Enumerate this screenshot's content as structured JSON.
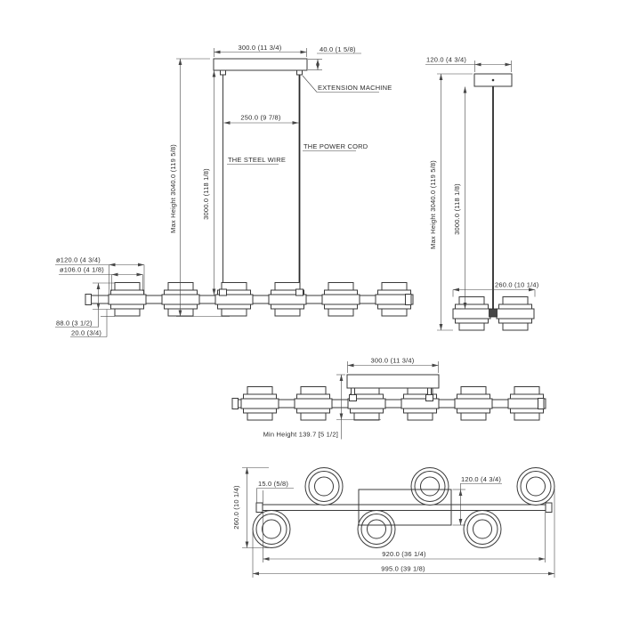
{
  "canvas": {
    "background": "#ffffff",
    "line_color": "#3a3a3a",
    "text_color": "#2d2d2d"
  },
  "drawing": {
    "front_view": {
      "dim_canopy_width": "300.0 (11 3/4)",
      "dim_canopy_height": "40.0 (1 5/8)",
      "label_extension_machine": "EXTENSION MACHINE",
      "dim_cord_spacing": "250.0 (9 7/8)",
      "label_steel_wire": "THE STEEL WIRE",
      "label_power_cord": "THE POWER CORD",
      "dim_max_height": "Max Height 3040.0 (119 5/8)",
      "dim_drop_length": "3000.0 (118 1/8)",
      "dim_shade_outer_diameter": "ø120.0 (4 3/4)",
      "dim_shade_inner_diameter": "ø106.0 (4 1/8)",
      "dim_shade_height": "88.0 (3 1/2)",
      "dim_shade_bottom": "20.0 (3/4)"
    },
    "side_view": {
      "dim_canopy_depth": "120.0 (4 3/4)",
      "dim_max_height": "Max Height 3040.0 (119 5/8)",
      "dim_drop_length": "3000.0 (118 1/8)",
      "dim_fixture_depth": "260.0 (10 1/4)"
    },
    "min_height_view": {
      "dim_canopy_width": "300.0 (11 3/4)",
      "dim_min_height": "Min Height 139.7 [5 1/2]"
    },
    "plan_view": {
      "dim_end_cap": "15.0 (5/8)",
      "dim_canopy_depth": "120.0 (4 3/4)",
      "dim_fixture_depth": "260.0 (10 1/4)",
      "dim_bar_length": "920.0 (36 1/4)",
      "dim_overall_length": "995.0 (39 1/8)"
    }
  }
}
